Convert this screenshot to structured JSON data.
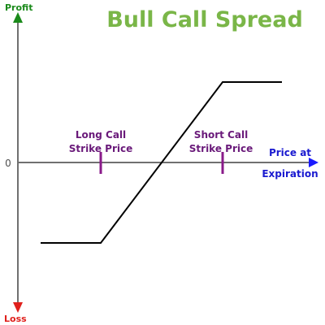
{
  "title": "Bull Call Spread",
  "axes": {
    "y_top_label": "Profit",
    "y_bottom_label": "Loss",
    "zero_label": "0",
    "x_label_line1": "Price at",
    "x_label_line2": "Expiration"
  },
  "strikes": {
    "long": {
      "line1": "Long Call",
      "line2": "Strike Price"
    },
    "short": {
      "line1": "Short Call",
      "line2": "Strike Price"
    }
  },
  "colors": {
    "title": "#7ab648",
    "profit": "#1a8a1a",
    "loss": "#e0201c",
    "x_axis_arrow": "#1a1aff",
    "x_axis_text": "#1a1ad0",
    "strike_text": "#6a1a7a",
    "strike_tick": "#8a1a8a",
    "axis": "#707070",
    "payoff": "#000000"
  }
}
